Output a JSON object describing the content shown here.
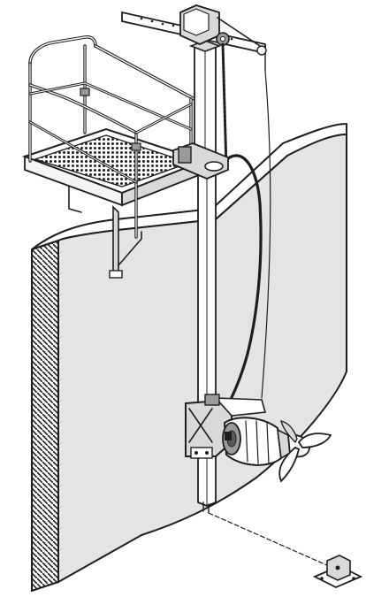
{
  "colors": {
    "background": "#ffffff",
    "line": "#1e1e1e",
    "wall_face": "#e4e4e4",
    "wall_edge": "#f4f4f4",
    "rail_fill": "#d9d9d9",
    "metal_dark": "#9a9a9a",
    "grating": "#bdbdbd"
  },
  "components": [
    "wall",
    "access-platform",
    "platform-railing",
    "guide-mast",
    "lifting-davit",
    "hoist-chain",
    "power-cable",
    "cable-bracket",
    "mixer-motor",
    "mixer-propeller",
    "mast-bracket",
    "floor-bracket"
  ]
}
